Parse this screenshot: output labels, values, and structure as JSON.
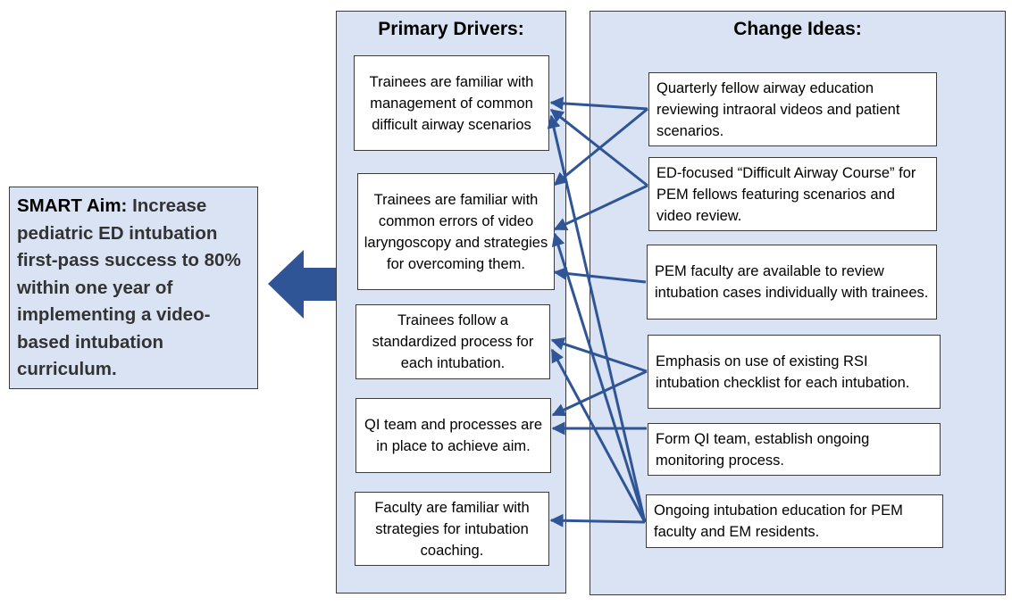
{
  "smart_aim": {
    "label": "SMART Aim:",
    "text": "Increase pediatric ED intubation first-pass success to 80% within one year of implementing a video-based intubation curriculum."
  },
  "primary_drivers": {
    "title": "Primary Drivers:",
    "items": [
      "Trainees are familiar with management of common difficult airway scenarios",
      "Trainees are familiar with common errors of video laryngoscopy and strategies for overcoming them.",
      "Trainees follow a standardized process for each intubation.",
      "QI team and processes are in place to achieve aim.",
      "Faculty are familiar with strategies for intubation coaching."
    ]
  },
  "change_ideas": {
    "title": "Change Ideas:",
    "items": [
      "Quarterly fellow airway education reviewing intraoral videos and patient scenarios.",
      "ED-focused “Difficult Airway Course” for PEM fellows featuring scenarios and video review.",
      "PEM faculty are available to review intubation cases individually with trainees.",
      "Emphasis on use of existing RSI intubation checklist for each intubation.",
      "Form QI team, establish ongoing monitoring process.",
      "Ongoing intubation education for PEM faculty and EM residents."
    ]
  },
  "colors": {
    "panel_fill": "#dae3f3",
    "arrow": "#2f5597",
    "big_arrow": "#2f5597"
  }
}
